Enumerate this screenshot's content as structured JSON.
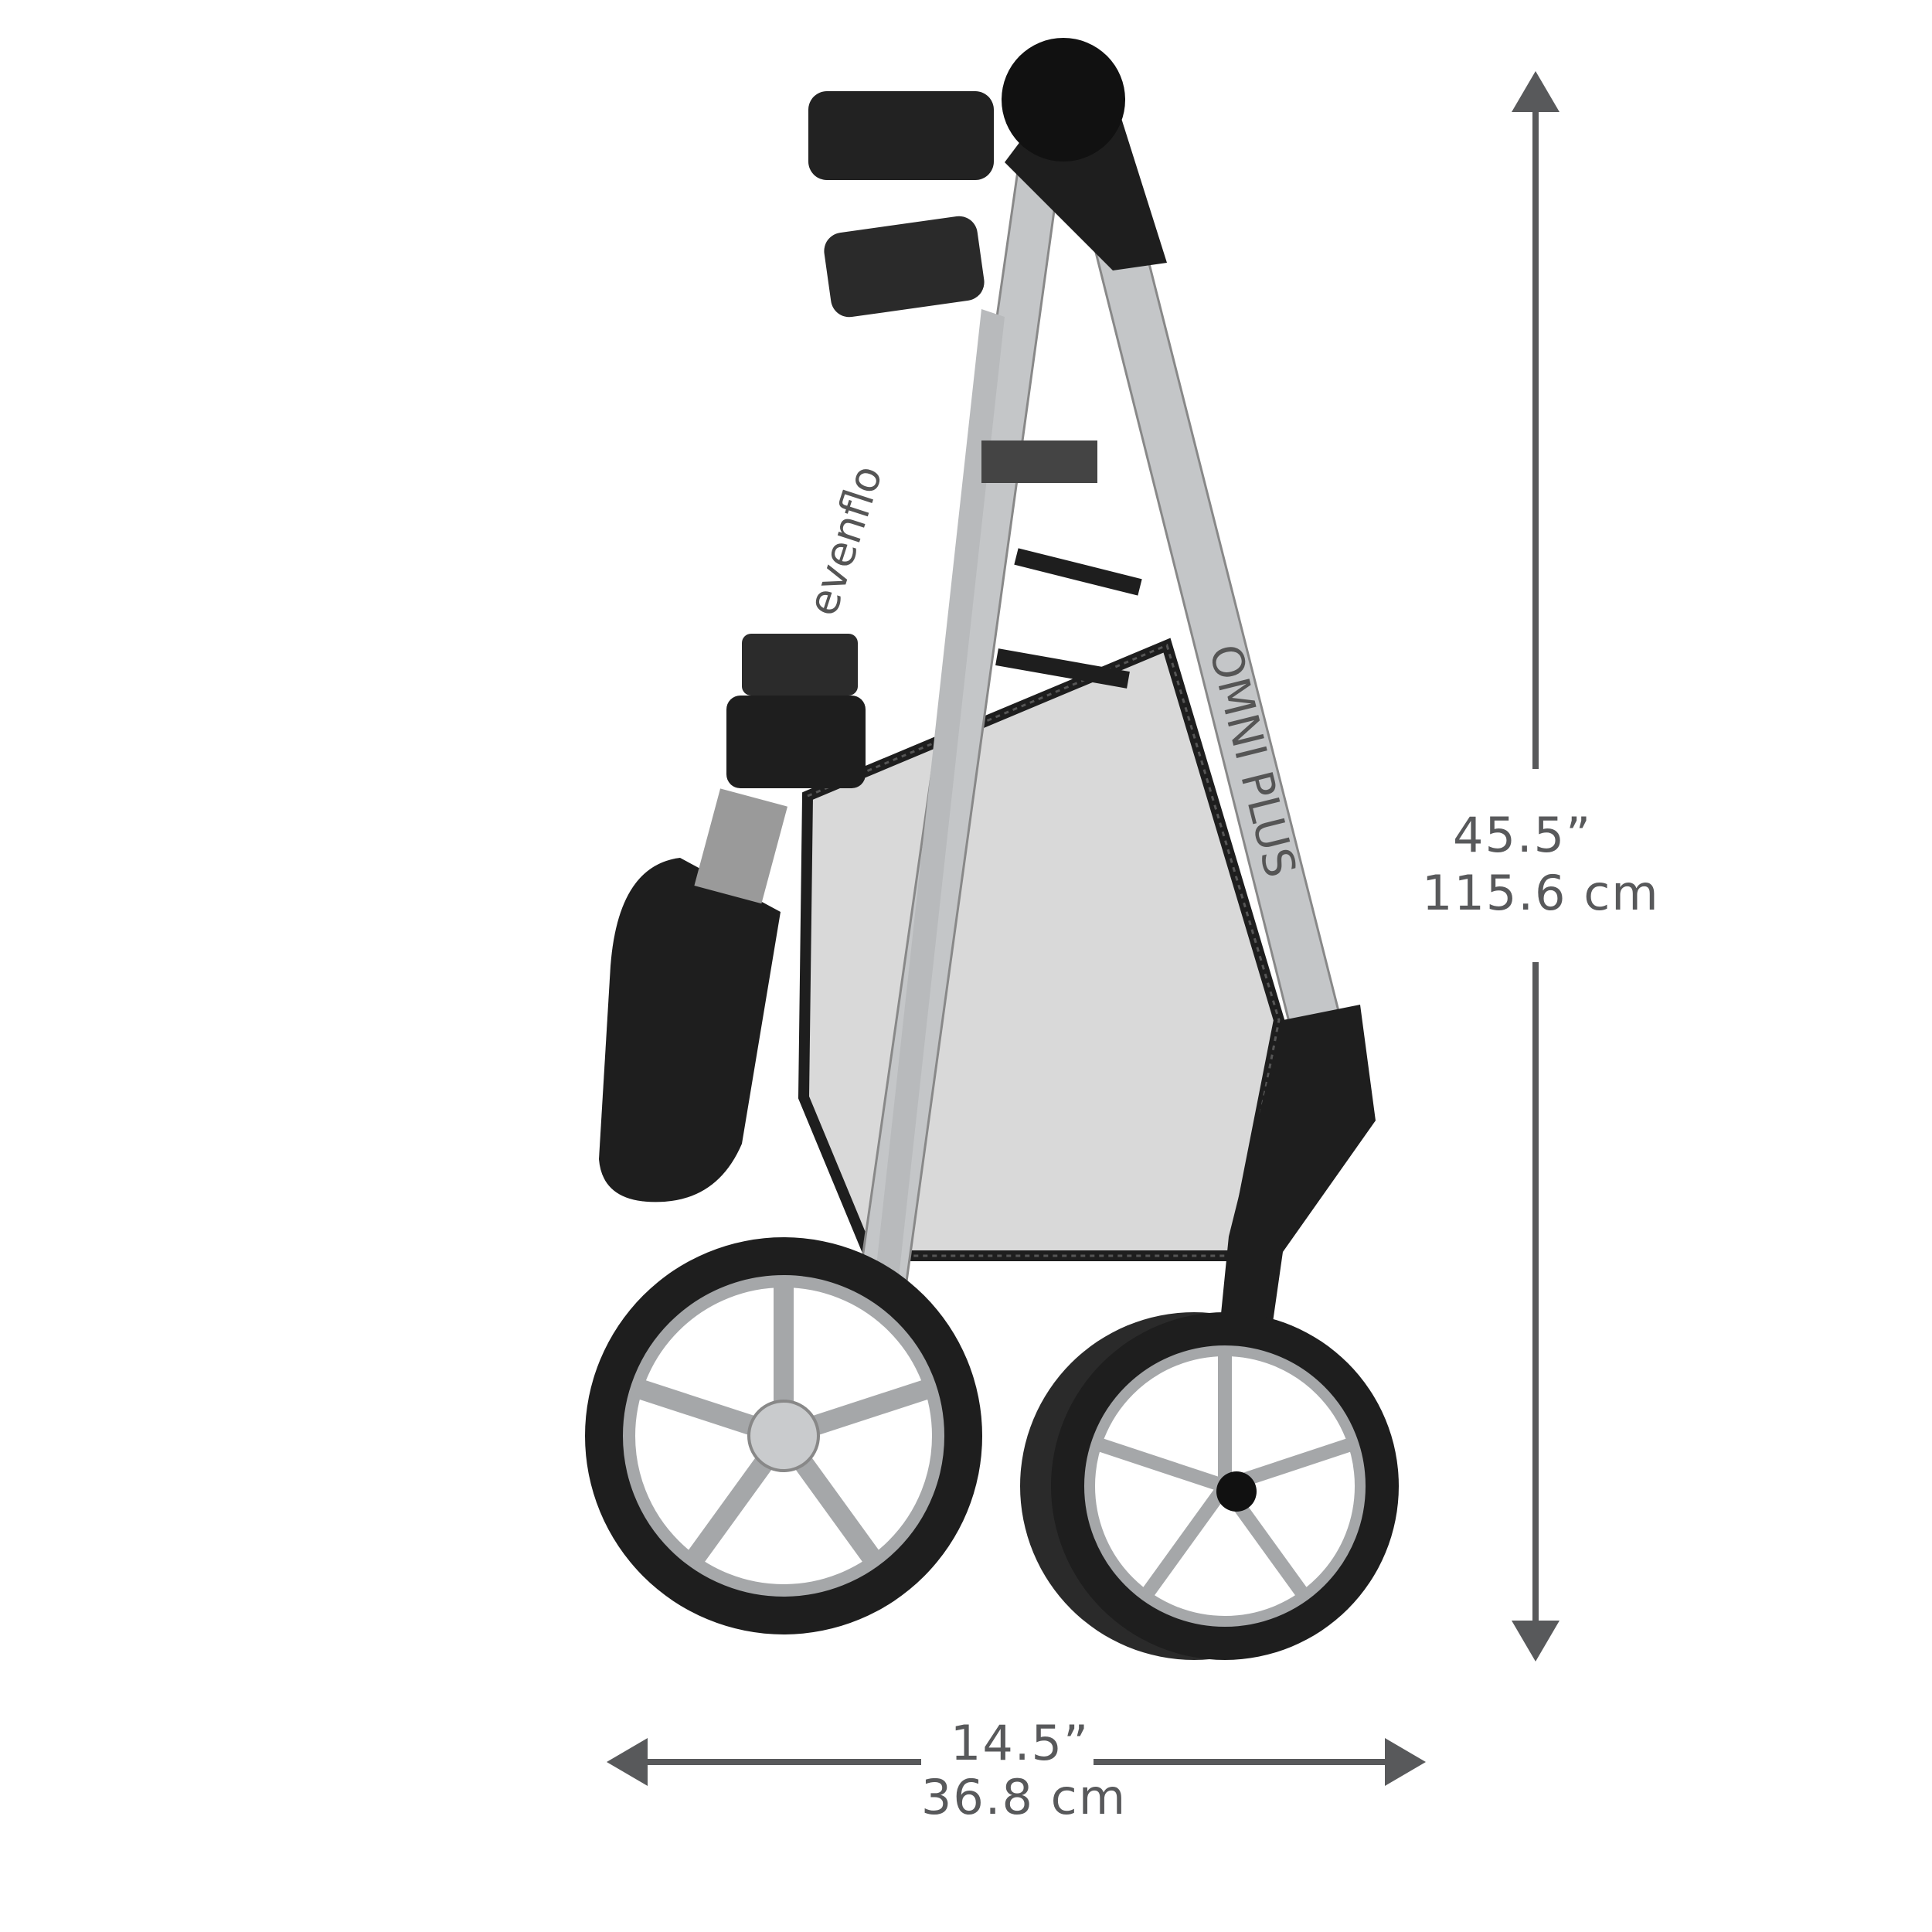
{
  "product": {
    "brand_mark": "evenflo",
    "model_mark": "OMNI PLUS"
  },
  "dimensions": {
    "height": {
      "imperial": "45.5”",
      "metric": "115.6 cm"
    },
    "width": {
      "imperial": "14.5”",
      "metric": "36.8 cm"
    }
  },
  "colors": {
    "dimension": "#58595b",
    "frame": "#bfc1c3",
    "black": "#1e1e1e"
  }
}
